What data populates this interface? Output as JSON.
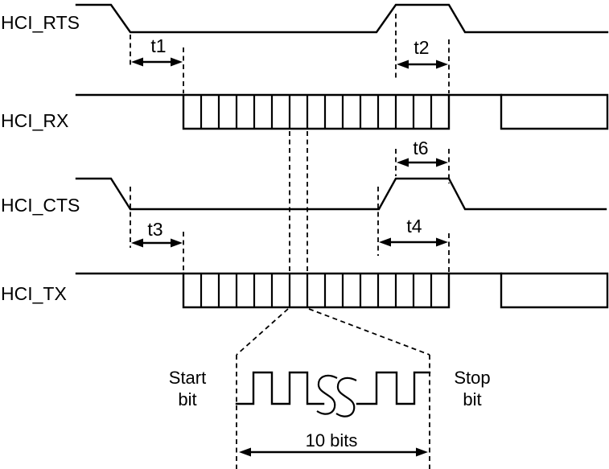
{
  "figure": {
    "type": "uart-flow-control-timing-diagram",
    "signals": [
      {
        "id": "hci_rts",
        "label": "HCI_RTS"
      },
      {
        "id": "hci_rx",
        "label": "HCI_RX"
      },
      {
        "id": "hci_cts",
        "label": "HCI_CTS"
      },
      {
        "id": "hci_tx",
        "label": "HCI_TX"
      }
    ],
    "timing_params": {
      "t1": "t1",
      "t2": "t2",
      "t3": "t3",
      "t4": "t4",
      "t6": "t6"
    },
    "detail": {
      "start_bit_line1": "Start",
      "start_bit_line2": "bit",
      "stop_bit_line1": "Stop",
      "stop_bit_line2": "bit",
      "width_label": "10 bits"
    },
    "colors": {
      "line": "#000000",
      "background": "#ffffff"
    }
  }
}
